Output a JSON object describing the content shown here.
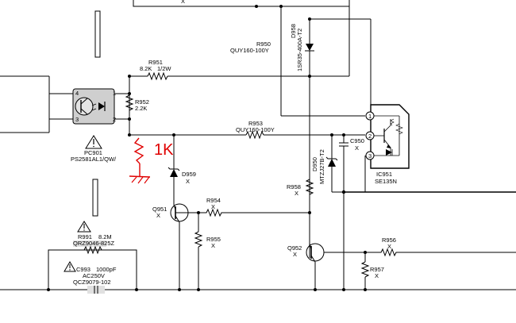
{
  "components": {
    "pc901": {
      "ref": "PC901",
      "part": "PS2581AL1/QW/",
      "pins": [
        "4",
        "3",
        "1",
        "2"
      ]
    },
    "r951": {
      "ref": "R951",
      "value": "8.2K",
      "rating": "1/2W"
    },
    "r952": {
      "ref": "R952",
      "value": "2.2K"
    },
    "r953": {
      "ref": "R953",
      "value": "QUY160-100Y"
    },
    "r950": {
      "ref": "R950",
      "value": "QUY160-100Y"
    },
    "d958": {
      "ref": "D958",
      "value": "1SR35-400A-T2"
    },
    "d959": {
      "ref": "D959",
      "value": "X"
    },
    "d950": {
      "ref": "D950",
      "value": "MTZJ27B-T2"
    },
    "c950": {
      "ref": "C950",
      "value": "X"
    },
    "ic951": {
      "ref": "IC951",
      "part": "SE135N",
      "pins": [
        "1",
        "2",
        "3"
      ]
    },
    "q951": {
      "ref": "Q951",
      "value": "X"
    },
    "q952": {
      "ref": "Q952",
      "value": "X"
    },
    "r954": {
      "ref": "R954",
      "value": "X"
    },
    "r955": {
      "ref": "R955",
      "value": "X"
    },
    "r956": {
      "ref": "R956",
      "value": "X"
    },
    "r957": {
      "ref": "R957",
      "value": "X"
    },
    "r958": {
      "ref": "R958",
      "value": "X"
    },
    "r991": {
      "ref": "R991",
      "value": "8.2M",
      "part": "QRZ9046-825Z"
    },
    "c993": {
      "ref": "C993",
      "value": "1000pF",
      "voltage": "AC250V",
      "part": "QCZ9079-102"
    }
  },
  "top_marker": "X",
  "annotation": {
    "text": "1K",
    "color": "#e00000"
  }
}
